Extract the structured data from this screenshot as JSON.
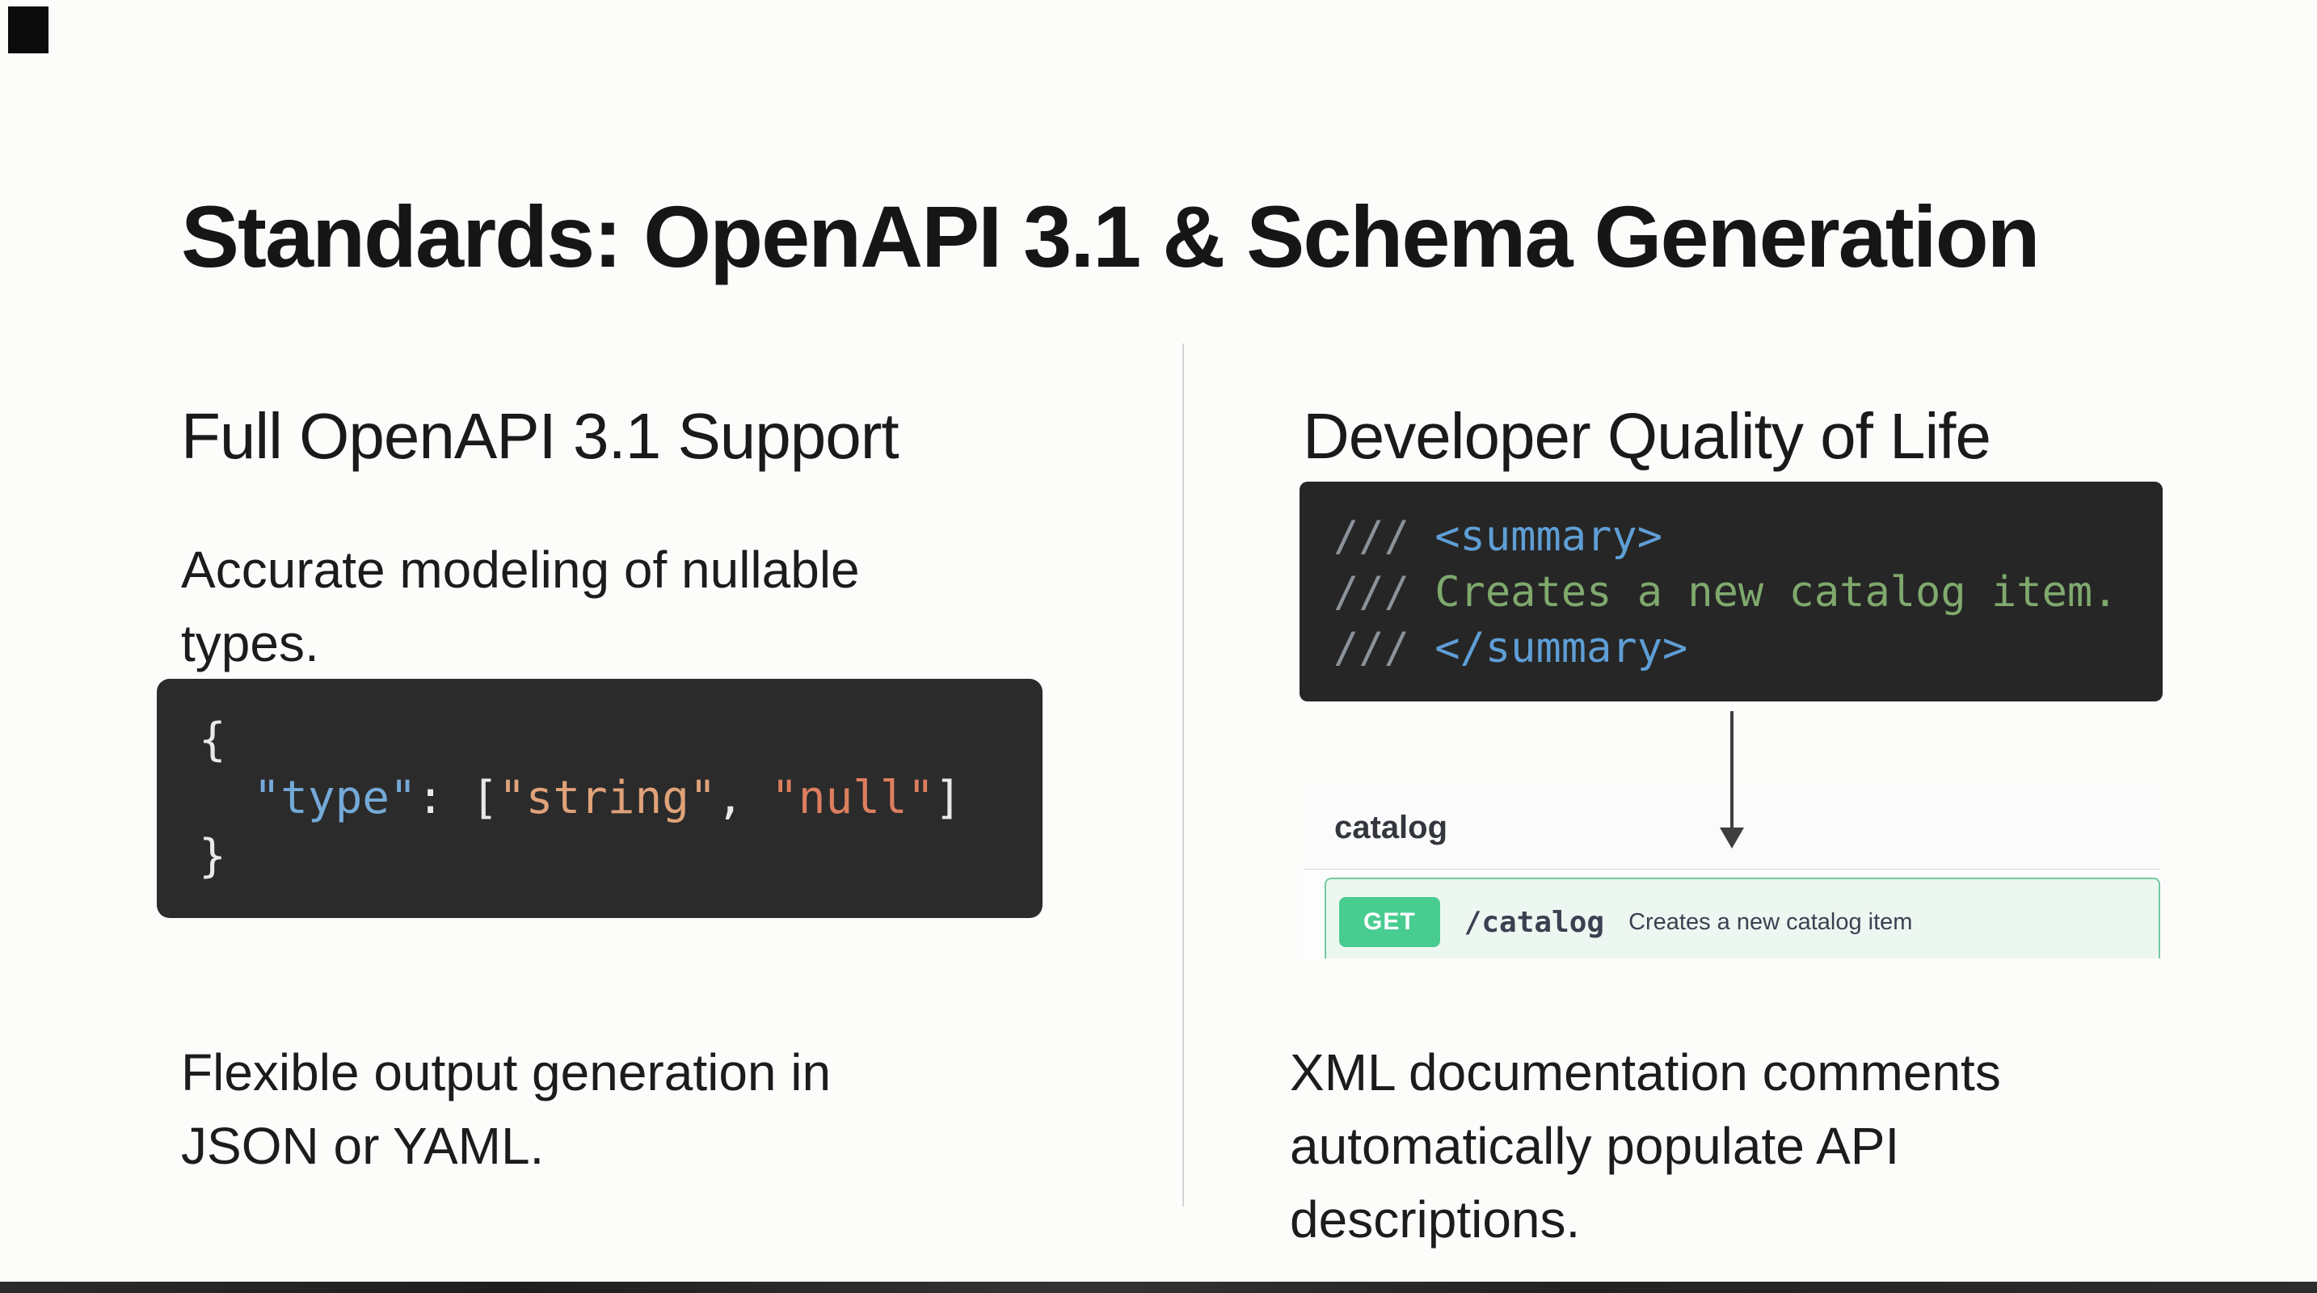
{
  "title": "Standards: OpenAPI 3.1 & Schema Generation",
  "left": {
    "heading": "Full OpenAPI 3.1 Support",
    "para1": "Accurate modeling of nullable types.",
    "para2": "Flexible output generation in JSON or YAML.",
    "code": {
      "line1": "{",
      "indent": "  ",
      "key": "\"type\"",
      "colon_bracket": ": [",
      "string_val": "\"string\"",
      "comma": ", ",
      "null_val": "\"null\"",
      "bracket_close": "]",
      "line3": "}"
    }
  },
  "right": {
    "heading": "Developer Quality of Life",
    "code": {
      "slashes": "/// ",
      "summary_open": "<summary>",
      "comment_text": "Creates a new catalog item.",
      "summary_close": "</summary>"
    },
    "swagger": {
      "section_label": "catalog",
      "method": "GET",
      "path": "/catalog",
      "description": "Creates a new catalog item"
    },
    "para": "XML documentation comments automatically populate API descriptions."
  },
  "colors": {
    "code_bg_left": "#2b2b2b",
    "code_bg_right": "#262626",
    "json_key_blue": "#74a9d8",
    "json_string_orange": "#e0a279",
    "json_null_red": "#dc7f5f",
    "xml_slash_gray": "#8b9299",
    "xml_tag_blue": "#5f9ed6",
    "xml_comment_green": "#7fa96d",
    "get_badge_green": "#49cc90",
    "swagger_row_bg": "#edf7f1",
    "swagger_row_border": "#74c9a2"
  }
}
